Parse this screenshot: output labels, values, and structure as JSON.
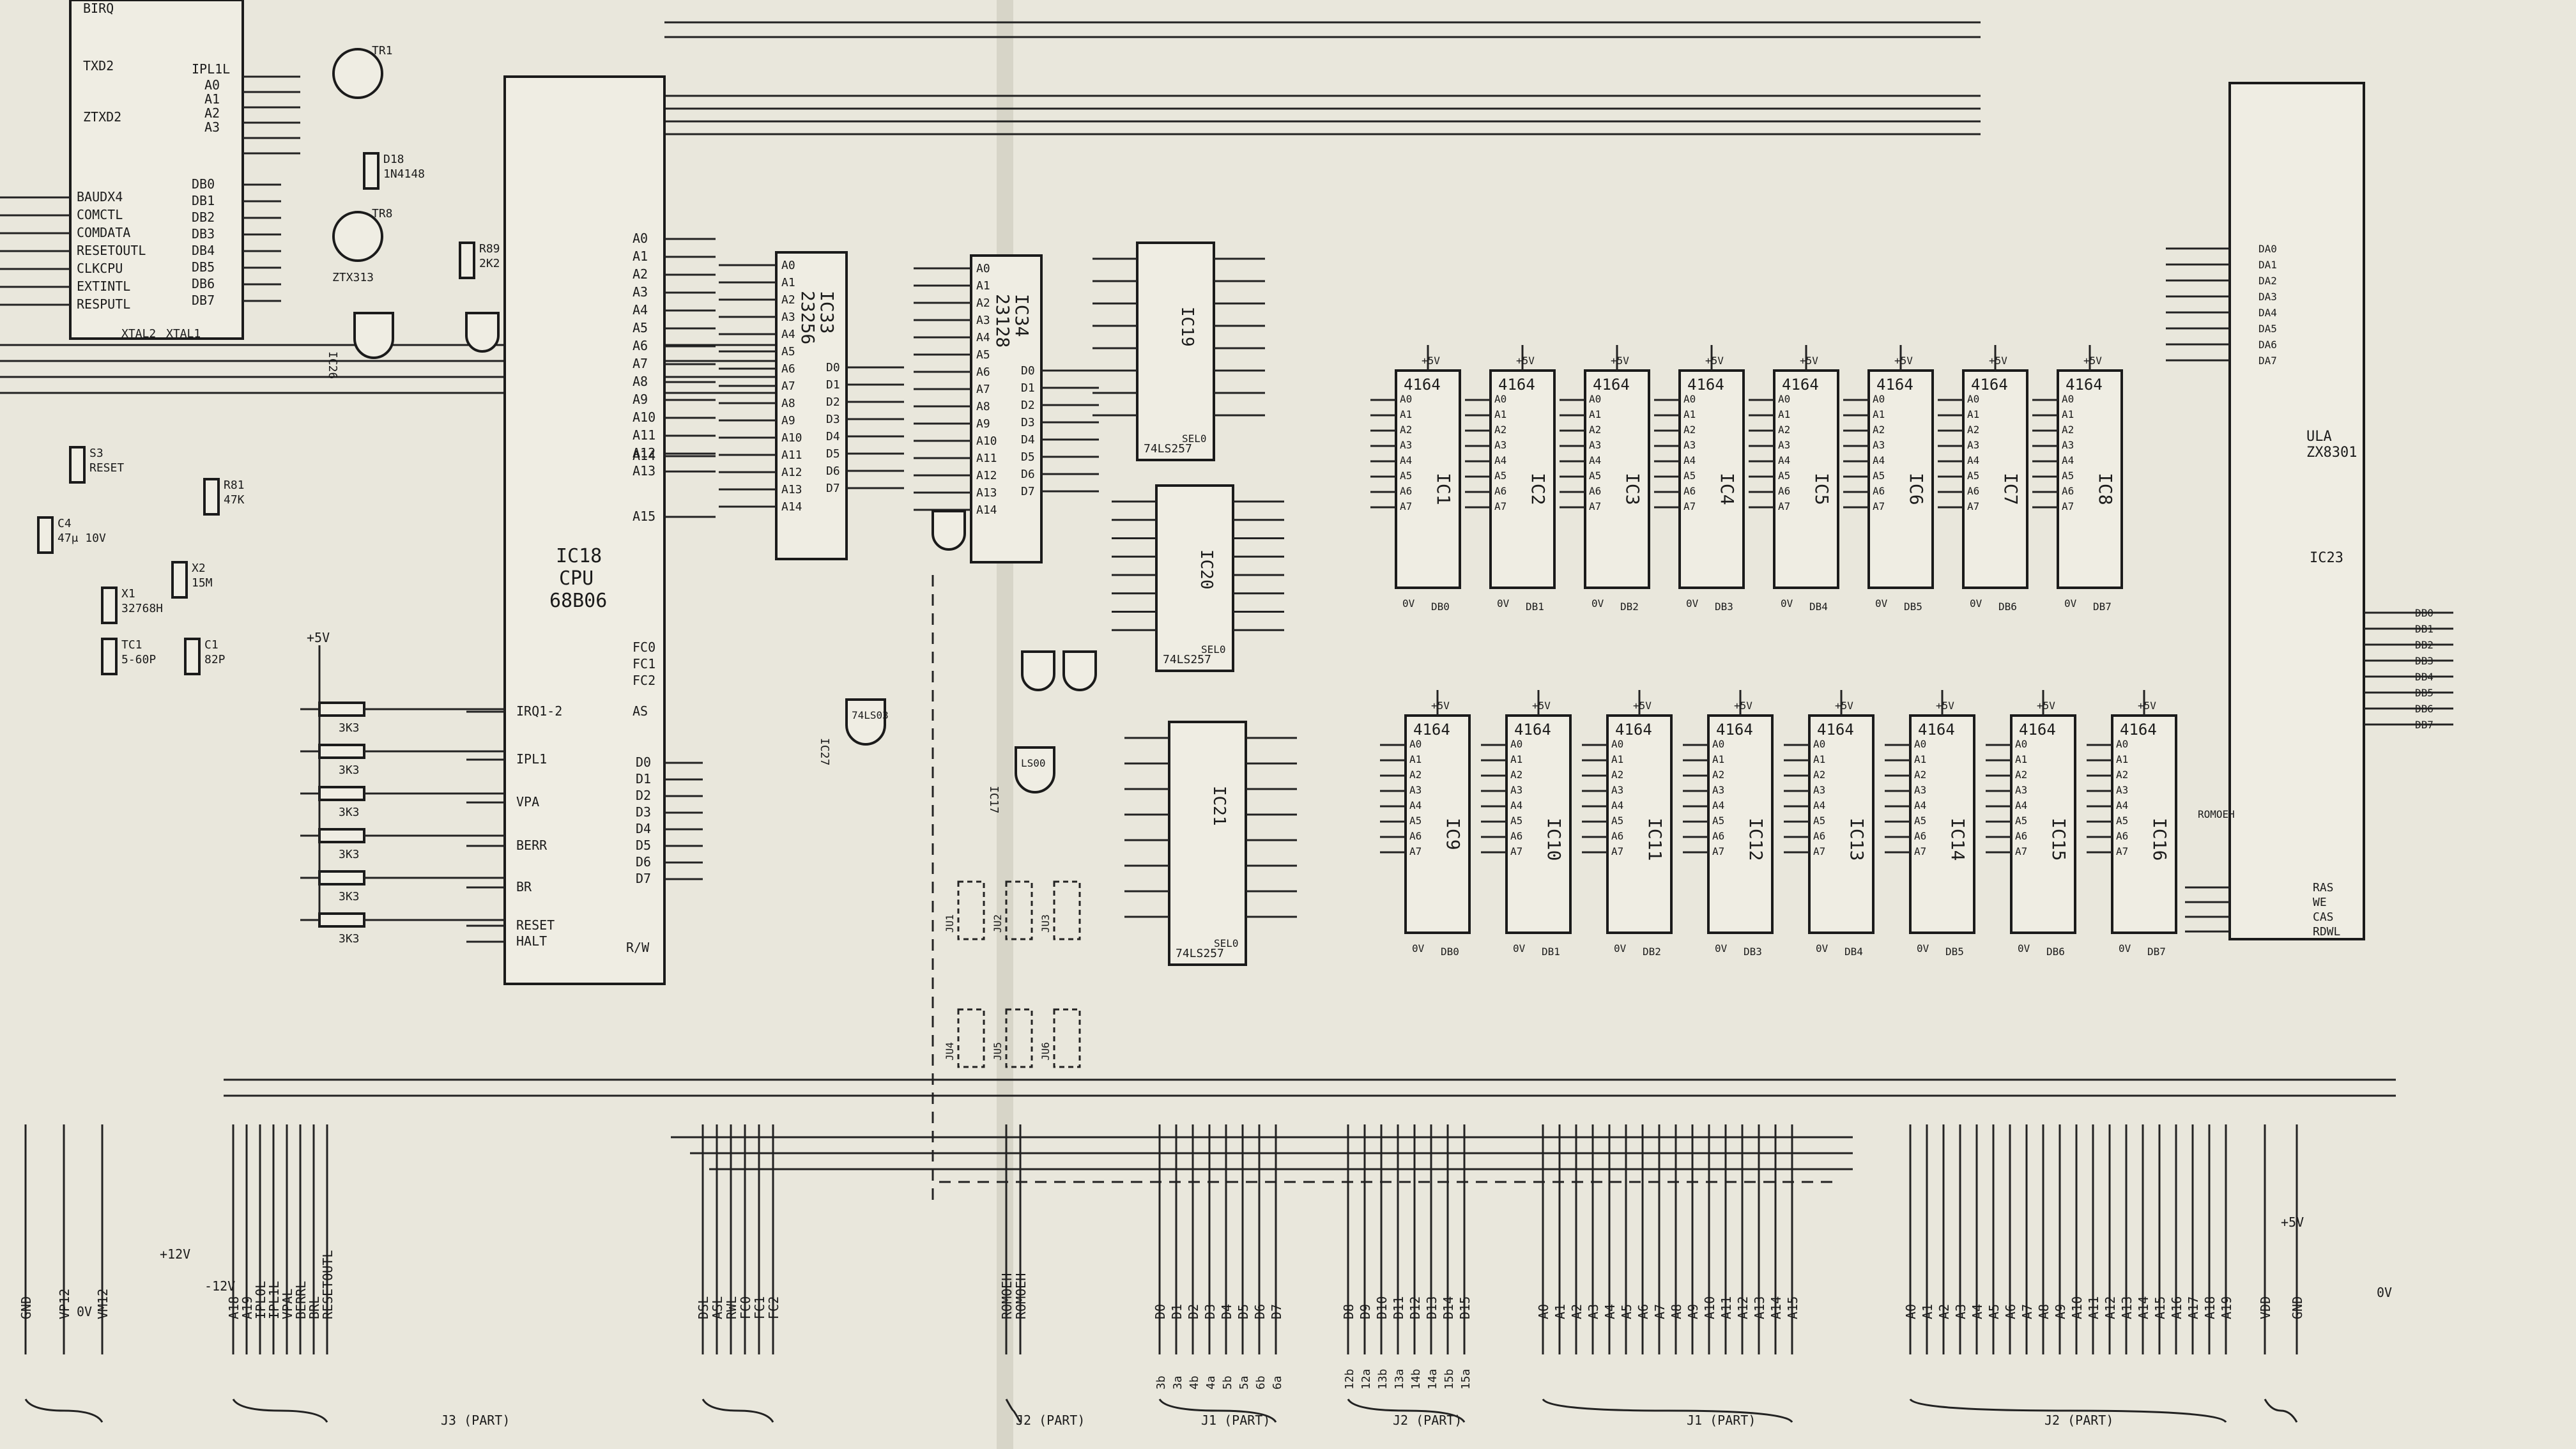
{
  "cpu": {
    "ref": "IC18",
    "type": "CPU",
    "part": "68B06",
    "addr_pins": [
      "A0",
      "A1",
      "A2",
      "A3",
      "A4",
      "A5",
      "A6",
      "A7",
      "A8",
      "A9",
      "A10",
      "A11",
      "A12",
      "A13",
      "A14",
      "A15"
    ],
    "data_pins": [
      "D0",
      "D1",
      "D2",
      "D3",
      "D4",
      "D5",
      "D6",
      "D7"
    ],
    "ctrl_pins": [
      "IRQ1-2",
      "IPL1",
      "VPA",
      "BERR",
      "BR",
      "RESET",
      "HALT",
      "R/W",
      "AS",
      "FC0",
      "FC1",
      "FC2"
    ]
  },
  "roms": [
    {
      "ref": "IC33",
      "part": "23256"
    },
    {
      "ref": "IC34",
      "part": "23128"
    }
  ],
  "muxes": [
    {
      "ref": "IC19",
      "part": "74LS257"
    },
    {
      "ref": "IC20",
      "part": "74LS257"
    },
    {
      "ref": "IC21",
      "part": "74LS257"
    }
  ],
  "dram_top": [
    {
      "ref": "IC1",
      "part": "4164",
      "out": "DB0"
    },
    {
      "ref": "IC2",
      "part": "4164",
      "out": "DB1"
    },
    {
      "ref": "IC3",
      "part": "4164",
      "out": "DB2"
    },
    {
      "ref": "IC4",
      "part": "4164",
      "out": "DB3"
    },
    {
      "ref": "IC5",
      "part": "4164",
      "out": "DB4"
    },
    {
      "ref": "IC6",
      "part": "4164",
      "out": "DB5"
    },
    {
      "ref": "IC7",
      "part": "4164",
      "out": "DB6"
    },
    {
      "ref": "IC8",
      "part": "4164",
      "out": "DB7"
    }
  ],
  "dram_bottom": [
    {
      "ref": "IC9",
      "part": "4164",
      "out": "DB0"
    },
    {
      "ref": "IC10",
      "part": "4164",
      "out": "DB1"
    },
    {
      "ref": "IC11",
      "part": "4164",
      "out": "DB2"
    },
    {
      "ref": "IC12",
      "part": "4164",
      "out": "DB3"
    },
    {
      "ref": "IC13",
      "part": "4164",
      "out": "DB4"
    },
    {
      "ref": "IC14",
      "part": "4164",
      "out": "DB5"
    },
    {
      "ref": "IC15",
      "part": "4164",
      "out": "DB6"
    },
    {
      "ref": "IC16",
      "part": "4164",
      "out": "DB7"
    }
  ],
  "dram_pins": [
    "A0",
    "A1",
    "A2",
    "A3",
    "A4",
    "A5",
    "A6",
    "A7"
  ],
  "ula": {
    "ref": "ULA",
    "part": "ZX8301",
    "ic": "IC23",
    "pins": [
      "RAS",
      "WE",
      "CAS",
      "RDWL",
      "ROMOEH",
      "DA0",
      "DA1",
      "DA2",
      "DA3",
      "DA4",
      "DA5",
      "DA6",
      "DA7",
      "DB0",
      "DB1",
      "DB2",
      "DB3",
      "DB4",
      "DB5",
      "DB6",
      "DB7"
    ]
  },
  "acia_ic": {
    "pins": [
      "BAUDX4",
      "COMCTL",
      "COMDATA",
      "RESETOUTL",
      "CLKCPU",
      "EXTINTL",
      "RESPUTL",
      "XTAL2",
      "XTAL1",
      "DB0",
      "DB1",
      "DB2",
      "DB3",
      "DB4",
      "DB5",
      "DB6",
      "DB7",
      "IPL1L",
      "A0",
      "A1",
      "A2",
      "A3",
      "TXD2",
      "ZTXD2",
      "BIRQ"
    ]
  },
  "gates": [
    {
      "ref": "IC27",
      "part": "74LS03"
    },
    {
      "ref": "IC17",
      "part": "LS00"
    },
    {
      "ref": "IC26",
      "part": ""
    }
  ],
  "transistors": [
    {
      "ref": "TR1"
    },
    {
      "ref": "TR8",
      "part": "ZTX313"
    }
  ],
  "components": [
    {
      "ref": "S3",
      "label": "RESET"
    },
    {
      "ref": "R81",
      "value": "47K"
    },
    {
      "ref": "X2",
      "value": "15M"
    },
    {
      "ref": "TC1",
      "value": "5-60P"
    },
    {
      "ref": "C1",
      "value": "82P"
    },
    {
      "ref": "C4",
      "value": "47μ 10V"
    },
    {
      "ref": "X1",
      "value": "32768H"
    },
    {
      "ref": "R89",
      "value": "2K2"
    },
    {
      "ref": "D18",
      "value": "1N4148"
    }
  ],
  "pullups": [
    "3K3",
    "3K3",
    "3K3",
    "3K3",
    "3K3",
    "3K3"
  ],
  "supply": {
    "vcc": "+5V",
    "v12p": "+12V",
    "v12n": "-12V",
    "gnd": "0V",
    "vm12": "VM12",
    "vp12": "VP12"
  },
  "links": [
    "JU1",
    "JU2",
    "JU3",
    "JU4",
    "JU5",
    "JU6"
  ],
  "connectors": {
    "j1_data": {
      "pins": [
        "D0",
        "D1",
        "D2",
        "D3",
        "D4",
        "D5",
        "D6",
        "D7"
      ],
      "nums": [
        "3b",
        "3a",
        "4b",
        "4a",
        "5b",
        "5a",
        "6b",
        "6a"
      ],
      "caption": "J1 (PART)"
    },
    "j2_data": {
      "pins": [
        "D8",
        "D9",
        "D10",
        "D11",
        "D12",
        "D13",
        "D14",
        "D15"
      ],
      "nums": [
        "12b",
        "12a",
        "13b",
        "13a",
        "14b",
        "14a",
        "15b",
        "15a"
      ],
      "caption": "J2 (PART)"
    },
    "j1_addr": {
      "pins": [
        "A0",
        "A1",
        "A2",
        "A3",
        "A4",
        "A5",
        "A6",
        "A7",
        "A8",
        "A9",
        "A10",
        "A11",
        "A12",
        "A13",
        "A14",
        "A15"
      ],
      "caption": "J1 (PART)"
    },
    "j2_addr": {
      "pins": [
        "A0",
        "A1",
        "A2",
        "A3",
        "A4",
        "A5",
        "A6",
        "A7",
        "A8",
        "A9",
        "A10",
        "A11",
        "A12",
        "A13",
        "A14",
        "A15",
        "A16",
        "A17",
        "A18",
        "A19"
      ],
      "caption": "J2 (PART)"
    },
    "j3": {
      "pins": [
        "A18",
        "A19",
        "IPL0L",
        "IPL1L",
        "VPAL",
        "BERRL",
        "BRL",
        "RESETOUTL"
      ],
      "caption": "J3 (PART)"
    },
    "j2_ctrl": {
      "pins": [
        "DSL",
        "ASL",
        "RWL",
        "FC0",
        "FC1",
        "FC2"
      ],
      "caption": ""
    },
    "j2_rom": {
      "pins": [
        "ROMOEH",
        "ROMOEH"
      ],
      "caption": "J2 (PART)"
    },
    "j1_power": {
      "pins": [
        "VDD",
        "GND"
      ],
      "caption": ""
    },
    "j3_power": {
      "pins": [
        "GND",
        "VP12",
        "VM12"
      ],
      "caption": ""
    }
  }
}
